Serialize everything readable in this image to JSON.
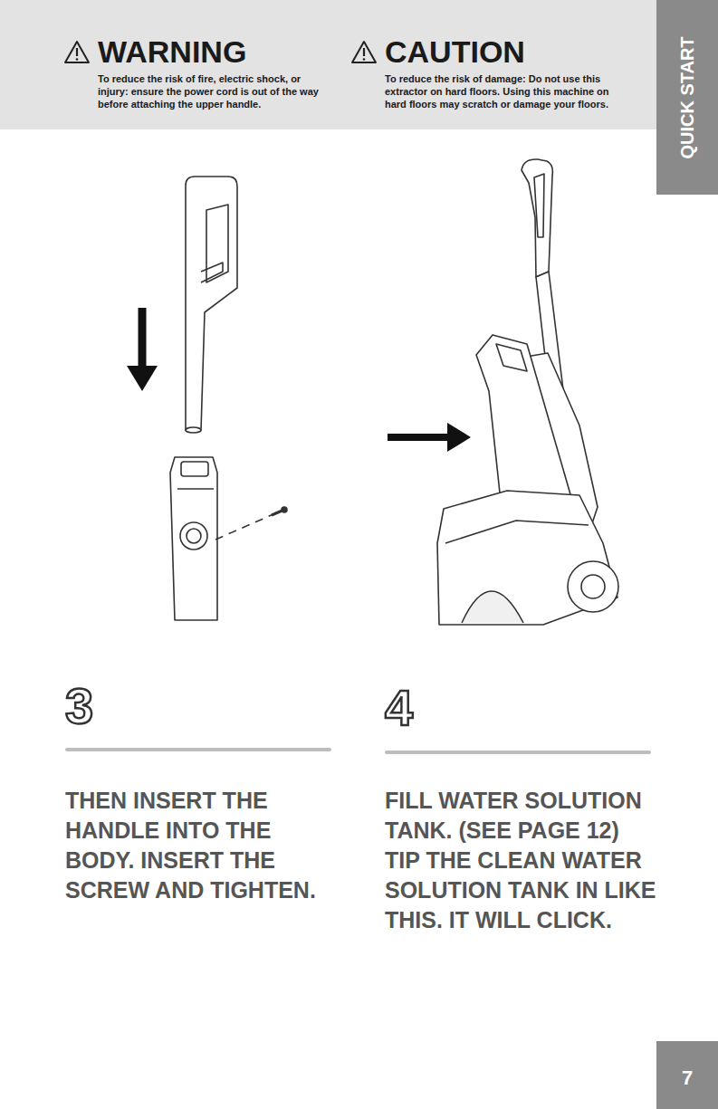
{
  "diagram": {
    "nodes": [
      {
        "text": [
          "WARNING",
          "To reduce the risk of fire, electric shock, or injury: ensure the power cord is out of the way before attaching the upper handle.",
          "CAUTION",
          "To reduce the risk of damage: Do not use this extractor on hard floors. Using this machine on hard floors may scratch or damage your floors."
        ]
      },
      {
        "text": [
          "QUICK START"
        ]
      },
      {
        "text": [
          "7"
        ]
      }
    ],
    "labels": [
      "3",
      "THEN INSERT THE HANDLE INTO THE BODY. INSERT THE SCREW AND TIGHTEN.",
      "4",
      "FILL WATER SOLUTION TANK. (SEE PAGE 12) TIP THE CLEAN WATER SOLUTION TANK IN LIKE THIS. IT WILL CLICK."
    ]
  }
}
